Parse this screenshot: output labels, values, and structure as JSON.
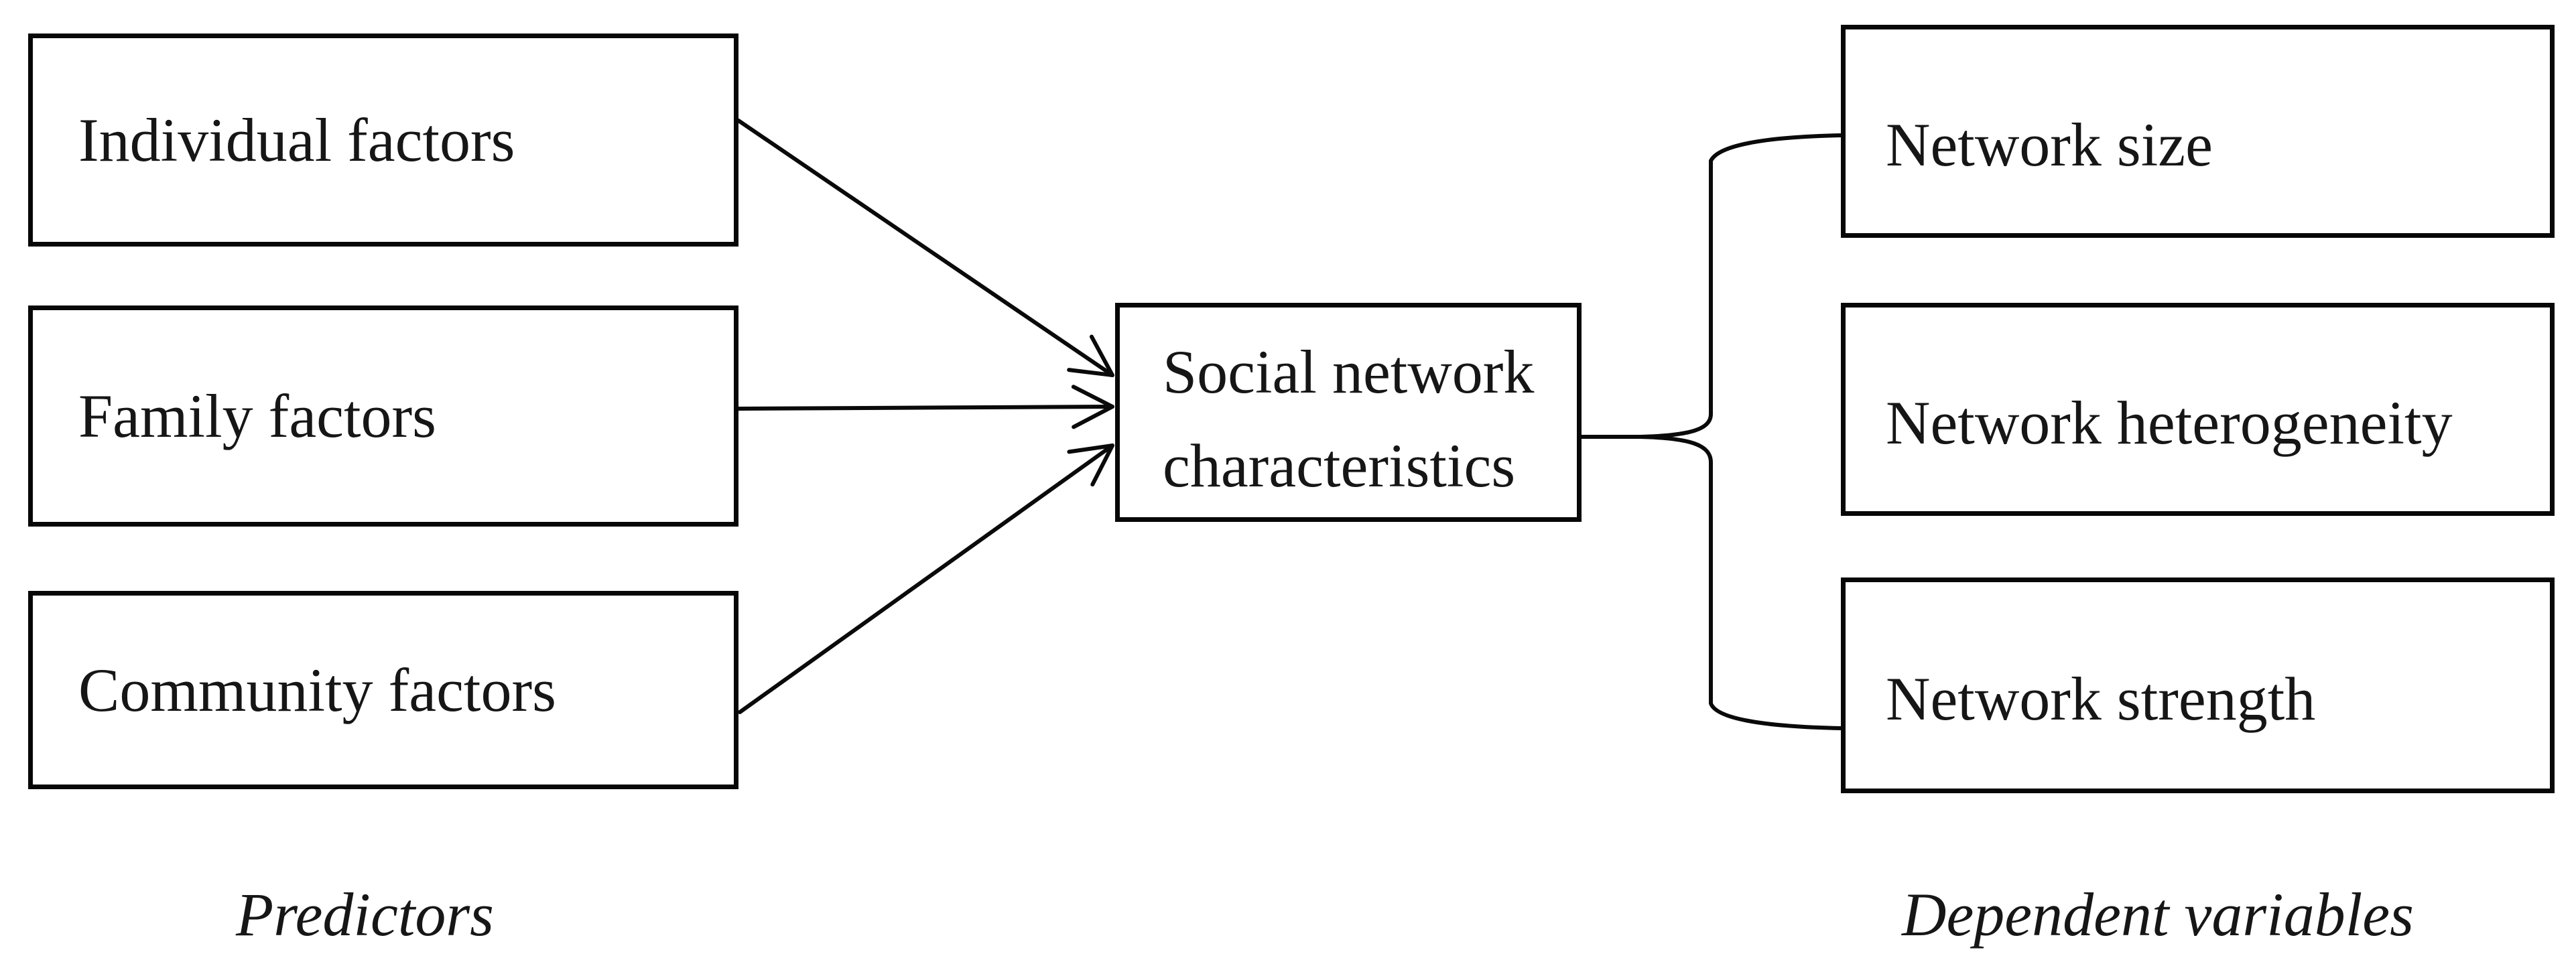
{
  "figure": {
    "predictors": {
      "caption": "Predictors",
      "boxes": [
        {
          "label": "Individual factors"
        },
        {
          "label": "Family factors"
        },
        {
          "label": "Community factors"
        }
      ]
    },
    "center": {
      "label_lines": [
        "Social network",
        "characteristics"
      ]
    },
    "dependent": {
      "caption": "Dependent variables",
      "boxes": [
        {
          "label": "Network size"
        },
        {
          "label": "Network heterogeneity"
        },
        {
          "label": "Network strength"
        }
      ]
    },
    "connectors": {
      "arrow_style": "open-chevron",
      "arrow_count": 3,
      "brace_style": "curly-bracket"
    },
    "colors": {
      "stroke": "#0a0a0a",
      "text": "#161616",
      "background": "#ffffff"
    }
  }
}
